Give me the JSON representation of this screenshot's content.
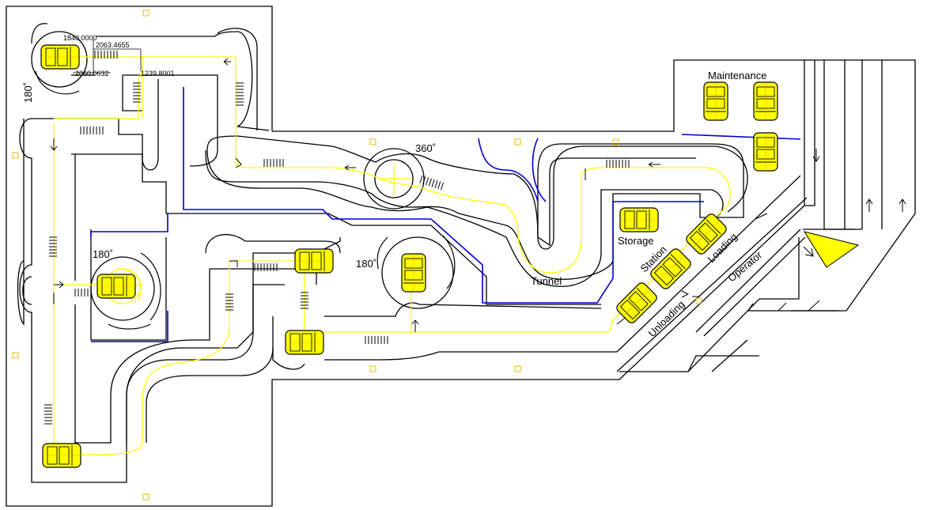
{
  "labels": {
    "maintenance": "Maintenance",
    "storage": "Storage",
    "tunnel": "Tunnel",
    "station": "Station",
    "loading": "Loading",
    "unloading": "Unloading",
    "operator": "Operator",
    "deg360": "360˚",
    "deg180_left": "180˚",
    "deg180_mid": "180˚",
    "deg180_center": "180˚"
  },
  "dimensions": {
    "d1": "1840.0000",
    "d2": "2063.4655",
    "d3": "2060.0632",
    "d4": "1239.8001"
  },
  "colors": {
    "wall": "#000000",
    "track_centerline": "#ffff00",
    "water_channel": "#0000cc",
    "vehicle_body": "#ffff00",
    "operator_booth": "#ffff00"
  }
}
